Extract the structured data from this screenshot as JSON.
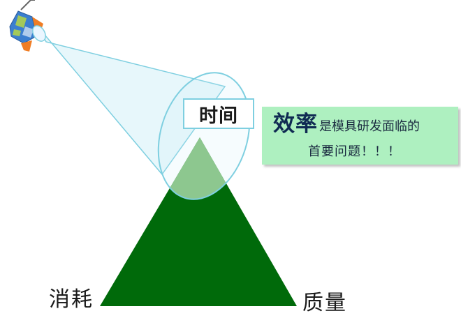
{
  "diagram": {
    "top_label": "时间",
    "left_label": "消耗",
    "right_label": "质量",
    "callout": {
      "keyword": "效率",
      "line1_rest": "是模具研发面临的",
      "line2": "首要问题！！！"
    }
  },
  "colors": {
    "triangle": "#006a0a",
    "spotlight_beam": "#cfeef8",
    "spotlight_outline": "#7ecfe0",
    "callout_bg": "#aef0c0"
  },
  "icons": {
    "spotlight": "stage-spotlight-icon"
  }
}
